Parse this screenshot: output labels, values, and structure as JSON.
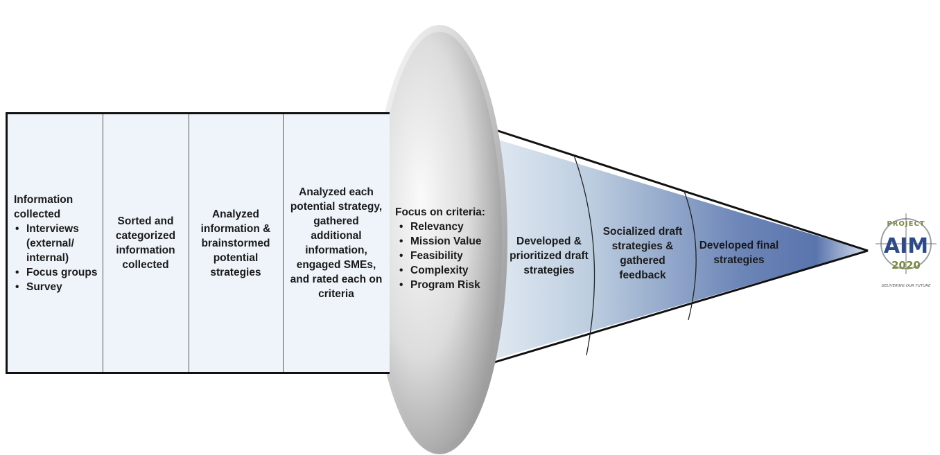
{
  "steps": [
    {
      "heading_lines": [
        "Information",
        "collected"
      ],
      "bullets": [
        "Interviews (external/ internal)",
        "Focus groups",
        "Survey"
      ]
    },
    {
      "text": "Sorted and categorized information collected"
    },
    {
      "text": "Analyzed information & brainstormed potential strategies"
    },
    {
      "text": "Analyzed each potential strategy, gathered additional information, engaged SMEs, and rated each on criteria"
    }
  ],
  "lens": {
    "heading": "Focus on criteria:",
    "criteria": [
      "Relevancy",
      "Mission Value",
      "Feasibility",
      "Complexity",
      "Program Risk"
    ]
  },
  "funnel_stages": [
    "Developed & prioritized draft strategies",
    "Socialized draft strategies & gathered feedback",
    "Developed final strategies"
  ],
  "logo": {
    "top": "PROJECT",
    "middle": "AIM",
    "year": "2020",
    "tagline": "DELIVERING OUR FUTURE"
  },
  "colors": {
    "box_fill": "#eef4f9",
    "funnel_light": "#e8f0f8",
    "funnel_dark": "#3d5a99",
    "logo_blue": "#2d4a8a",
    "logo_green": "#7a8a3c"
  }
}
